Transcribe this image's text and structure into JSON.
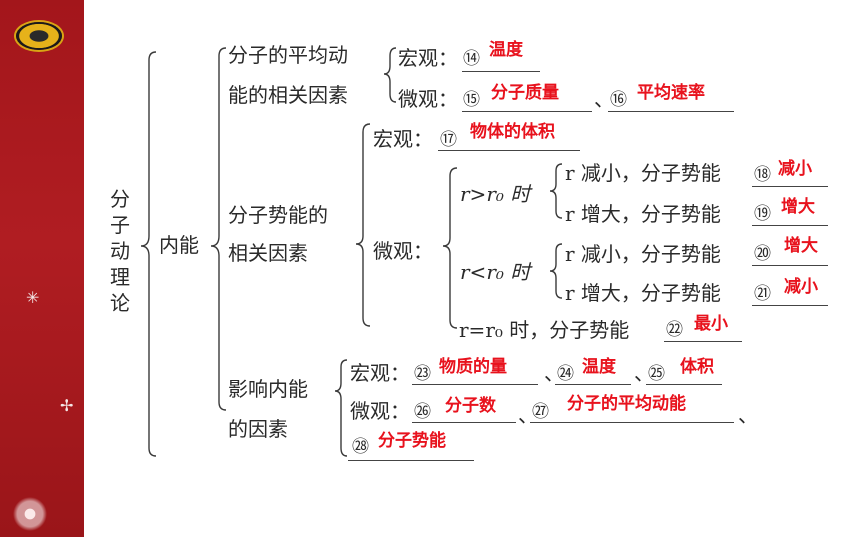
{
  "root": "分子动理论",
  "internal_energy": "内能",
  "kinetic": {
    "label_line1": "分子的平均动",
    "label_line2": "能的相关因素",
    "macro_label": "宏观：",
    "macro_num": "⑭",
    "macro_answer": "温度",
    "micro_label": "微观：",
    "micro_num1": "⑮",
    "micro_answer1": "分子质量",
    "sep": "、",
    "micro_num2": "⑯",
    "micro_answer2": "平均速率"
  },
  "potential": {
    "label_line1": "分子势能的",
    "label_line2": "相关因素",
    "macro_label": "宏观：",
    "macro_num": "⑰",
    "macro_answer": "物体的体积",
    "micro_label": "微观：",
    "gt_condition": "r>r₀ 时",
    "lt_condition": "r<r₀ 时",
    "eq_condition": "r=r₀ 时，分子势能",
    "rows": [
      {
        "text": "r 减小，分子势能",
        "num": "⑱",
        "answer": "减小"
      },
      {
        "text": "r 增大，分子势能",
        "num": "⑲",
        "answer": "增大"
      },
      {
        "text": "r 减小，分子势能",
        "num": "⑳",
        "answer": "增大"
      },
      {
        "text": "r 增大，分子势能",
        "num": "㉑",
        "answer": "减小"
      }
    ],
    "eq_num": "㉒",
    "eq_answer": "最小"
  },
  "factors": {
    "label_line1": "影响内能",
    "label_line2": "的因素",
    "macro_label": "宏观：",
    "macro_items": [
      {
        "num": "㉓",
        "answer": "物质的量"
      },
      {
        "num": "㉔",
        "answer": "温度"
      },
      {
        "num": "㉕",
        "answer": "体积"
      }
    ],
    "micro_label": "微观：",
    "micro_items": [
      {
        "num": "㉖",
        "answer": "分子数"
      },
      {
        "num": "㉗",
        "answer": "分子的平均动能"
      },
      {
        "num": "㉘",
        "answer": "分子势能"
      }
    ],
    "sep": "、"
  },
  "colors": {
    "sidebar": "#a3161b",
    "answer": "#e8121d",
    "text": "#2a2a2a"
  }
}
